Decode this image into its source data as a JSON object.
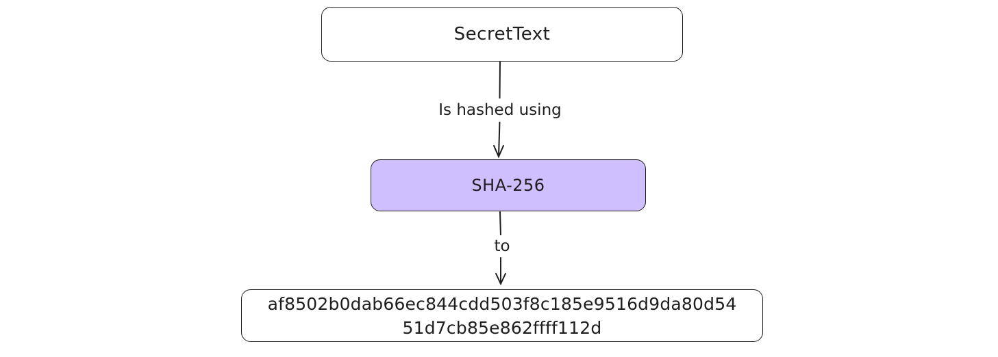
{
  "diagram": {
    "nodes": {
      "input": {
        "label": "SecretText"
      },
      "algorithm": {
        "label": "SHA-256",
        "fill_color": "#d0bfff"
      },
      "output": {
        "line1": "af8502b0dab66ec844cdd503f8c185e9516d9da80d54",
        "line2": "51d7cb85e862ffff112d"
      }
    },
    "edges": [
      {
        "from": "input",
        "to": "algorithm",
        "label": "Is hashed using"
      },
      {
        "from": "algorithm",
        "to": "output",
        "label": "to"
      }
    ],
    "colors": {
      "stroke": "#1e1e1e",
      "background": "#ffffff"
    }
  }
}
